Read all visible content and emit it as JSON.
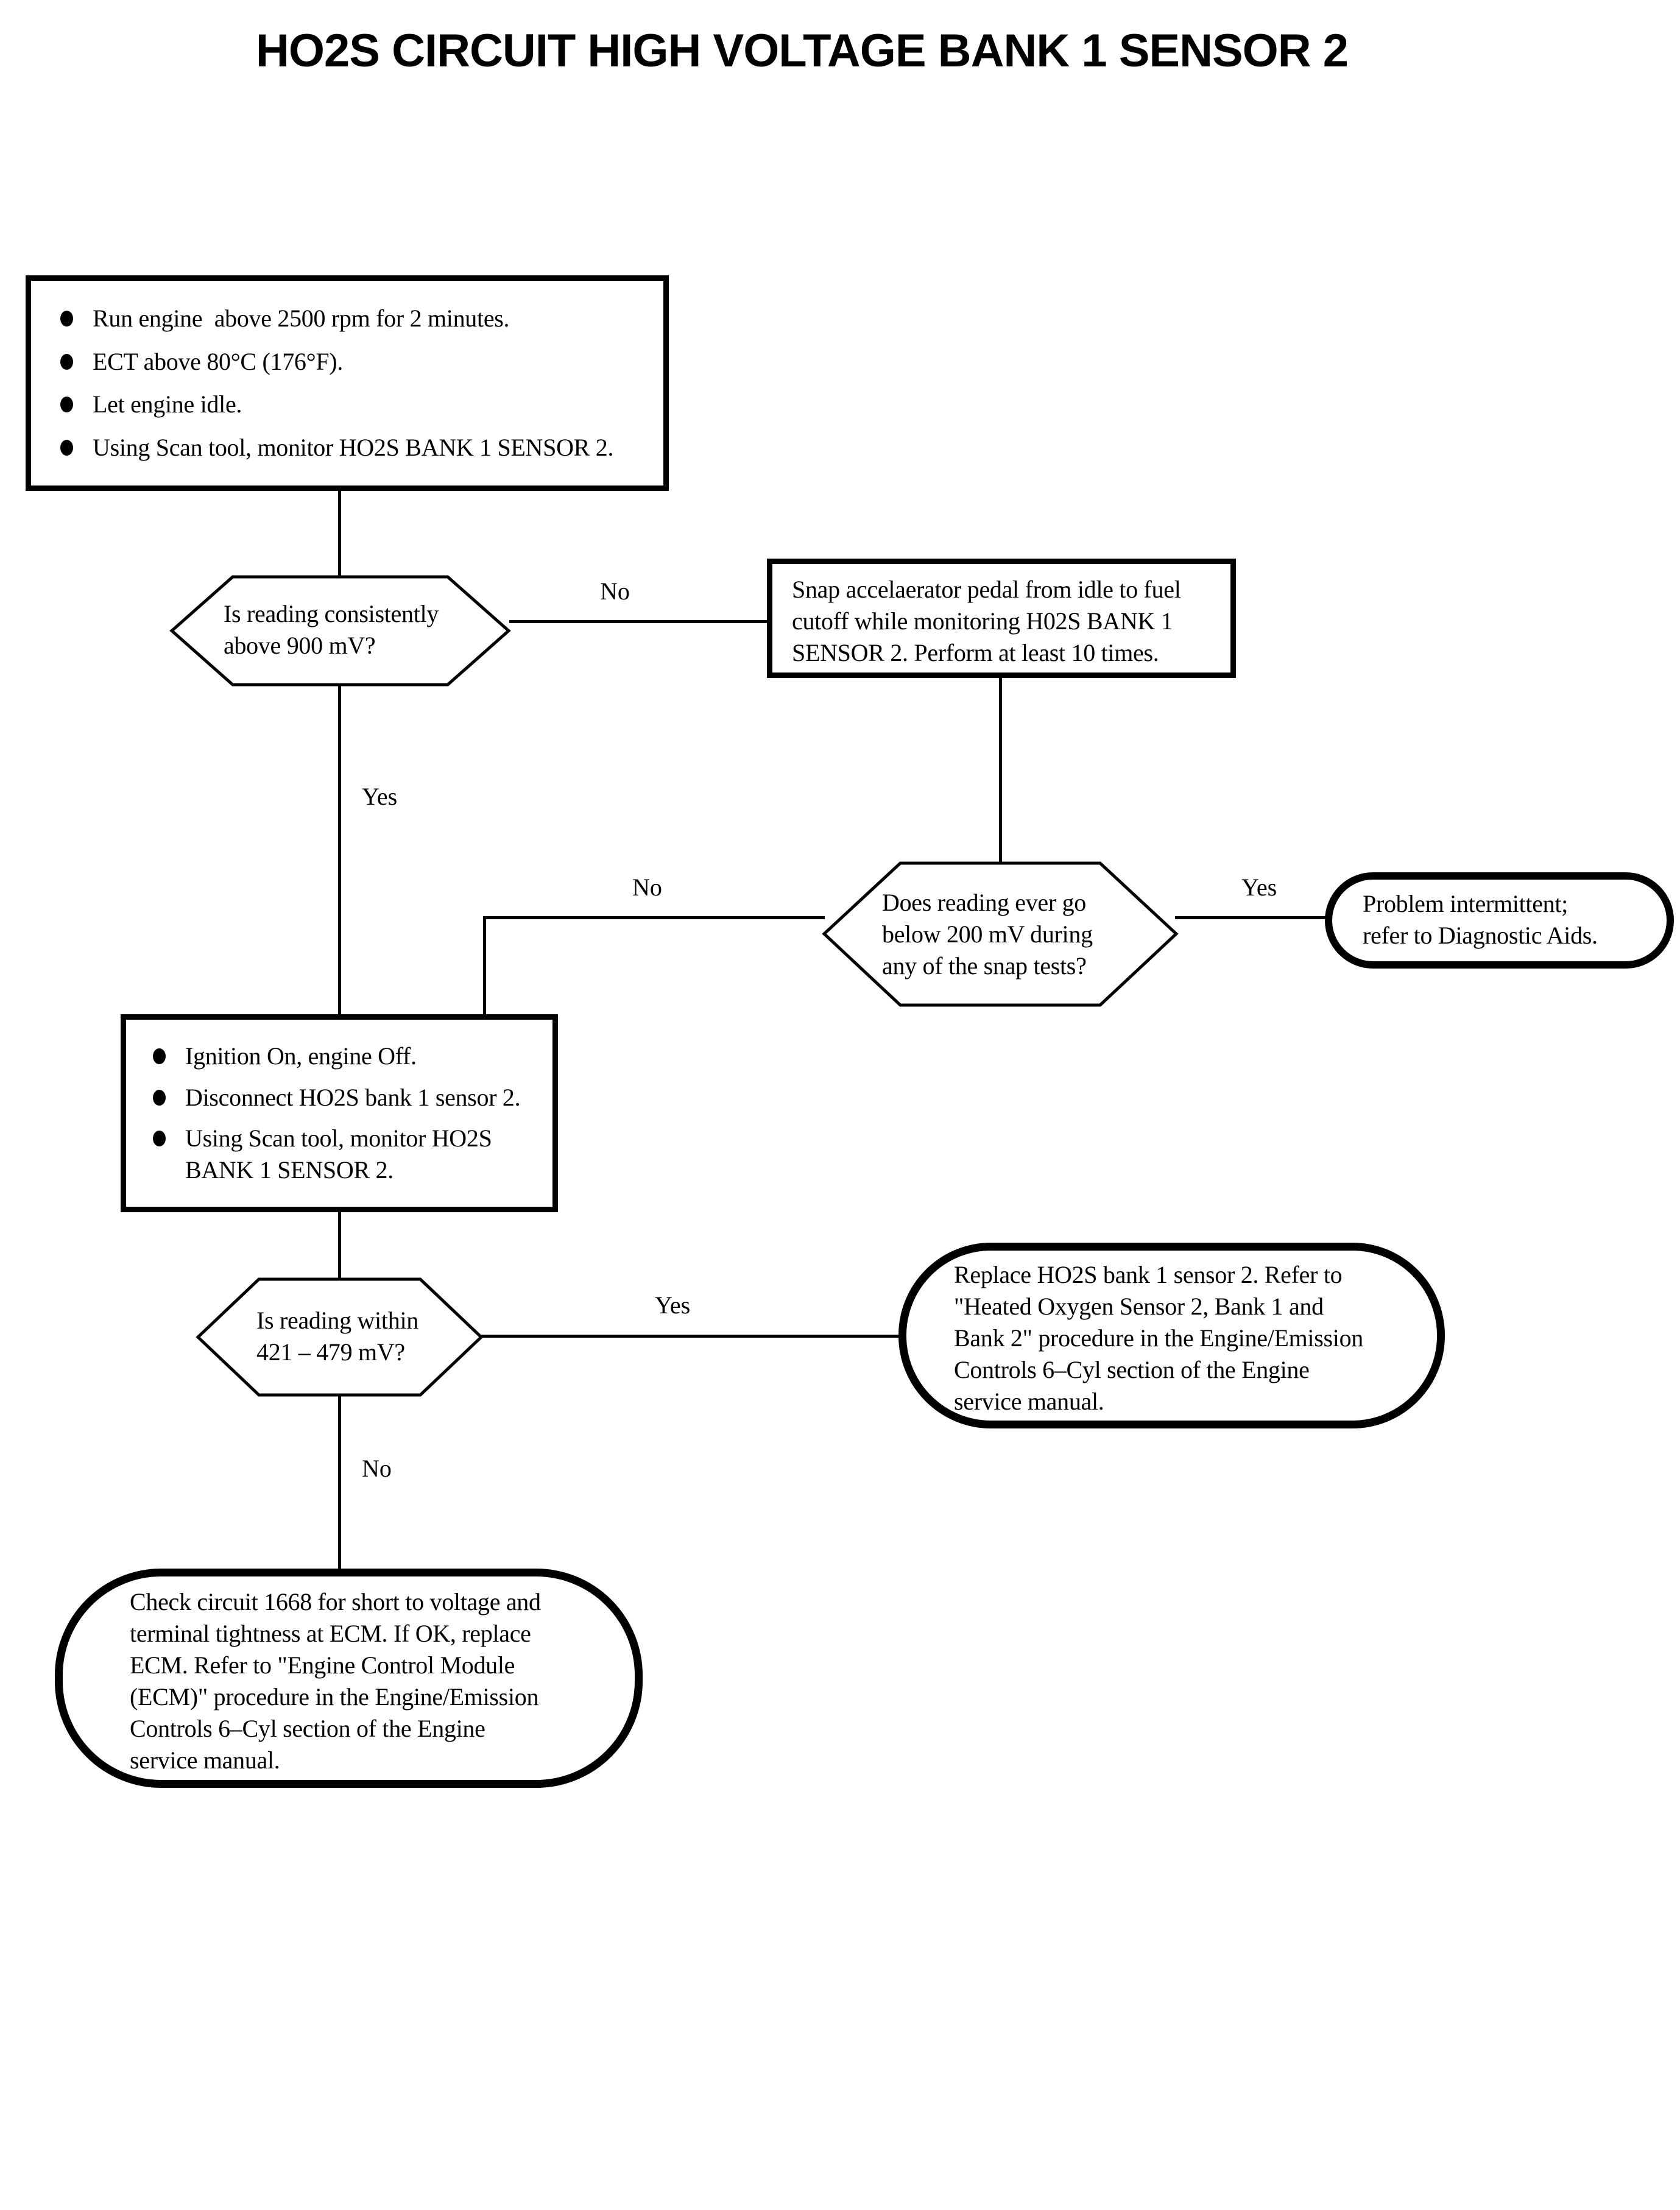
{
  "title": "HO2S CIRCUIT HIGH VOLTAGE BANK 1 SENSOR 2",
  "nodes": {
    "prep_box": {
      "bullets": [
        "Run engine  above 2500 rpm for 2 minutes.",
        "ECT above 80°C (176°F).",
        "Let engine idle.",
        "Using Scan tool, monitor HO2S BANK 1 SENSOR 2."
      ]
    },
    "decision_900mv": {
      "text": "Is reading consistently\nabove 900 mV?"
    },
    "snap_box": {
      "text": "Snap accelaerator pedal from idle to fuel\ncutoff while monitoring H02S BANK 1\nSENSOR 2. Perform at least 10 times."
    },
    "decision_200mv": {
      "text": "Does reading ever go\nbelow 200 mV during\nany of the snap tests?"
    },
    "intermittent_terminal": {
      "text": "Problem intermittent;\nrefer to Diagnostic Aids."
    },
    "disconnect_box": {
      "bullets": [
        "Ignition On, engine Off.",
        "Disconnect HO2S bank 1 sensor 2.",
        "Using Scan tool, monitor HO2S\nBANK 1 SENSOR 2."
      ]
    },
    "decision_421_479": {
      "text": "Is reading within\n421 – 479 mV?"
    },
    "replace_terminal": {
      "text": "Replace HO2S bank 1 sensor 2. Refer to\n\"Heated Oxygen Sensor 2, Bank 1 and\nBank 2\" procedure in the Engine/Emission\nControls 6–Cyl section of the Engine\nservice manual."
    },
    "check_circuit_terminal": {
      "text": "Check circuit 1668 for short to voltage and\nterminal tightness at ECM. If OK, replace\nECM. Refer to \"Engine Control Module\n(ECM)\" procedure in the Engine/Emission\nControls 6–Cyl section of the Engine\nservice manual."
    }
  },
  "labels": {
    "no1": "No",
    "yes1": "Yes",
    "no2": "No",
    "yes2": "Yes",
    "yes3": "Yes",
    "no3": "No"
  },
  "colors": {
    "ink": "#000000",
    "paper": "#ffffff"
  }
}
